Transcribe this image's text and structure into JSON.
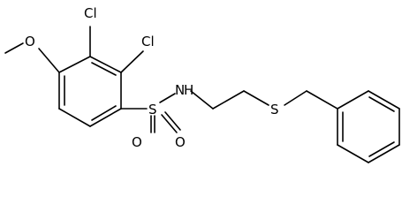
{
  "molecule": {
    "atoms": {
      "cl_top": "Cl",
      "cl_right": "Cl",
      "oxygen_methoxy": "O",
      "nitrogen_amide": "N",
      "hydrogen_amide": "H",
      "sulfur_sulfonyl": "S",
      "oxygen_sulfonyl_left": "O",
      "oxygen_sulfonyl_right": "O",
      "sulfur_thioether": "S"
    }
  }
}
